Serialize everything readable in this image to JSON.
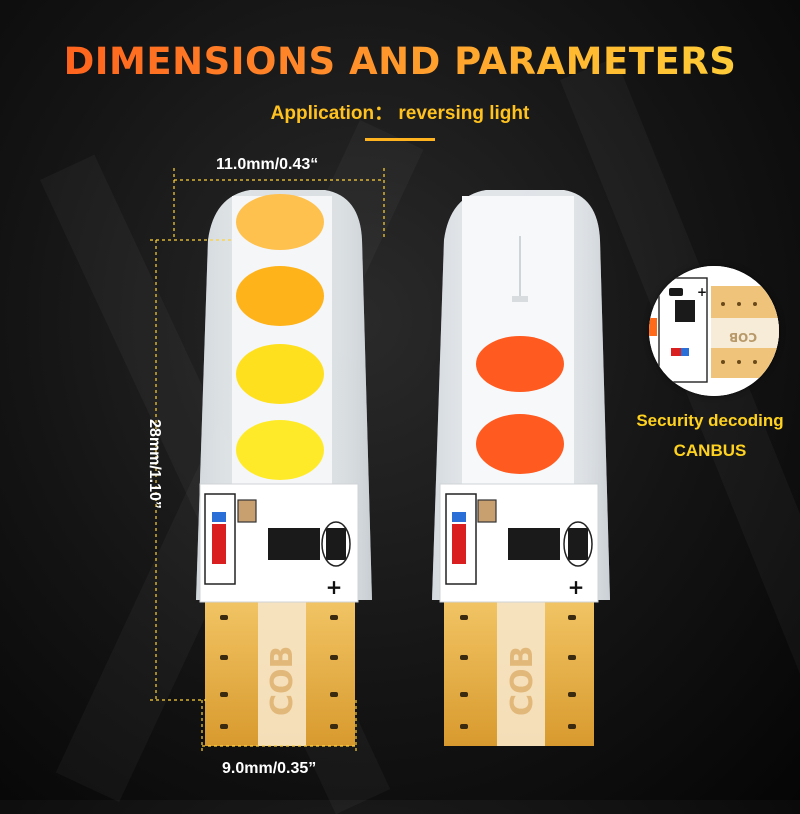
{
  "header": {
    "title": "DIMENSIONS AND PARAMETERS",
    "subtitle": "Application： reversing light"
  },
  "dimensions": {
    "width_top": "11.0mm/0.43“",
    "height": "28mm/1.10”",
    "width_base": "9.0mm/0.35”"
  },
  "bulb": {
    "base_label": "COB",
    "plus_sign": "+",
    "left_led_colors": [
      "#ffc14d",
      "#ffb31a",
      "#ffe01f",
      "#ffea2a"
    ],
    "right_led_colors": [
      "#ff5a1f",
      "#ff5a1f"
    ]
  },
  "feature": {
    "line1": "Security decoding",
    "line2": "CANBUS"
  },
  "colors": {
    "accent": "#ffb31f",
    "gold": "#e7b24a"
  }
}
